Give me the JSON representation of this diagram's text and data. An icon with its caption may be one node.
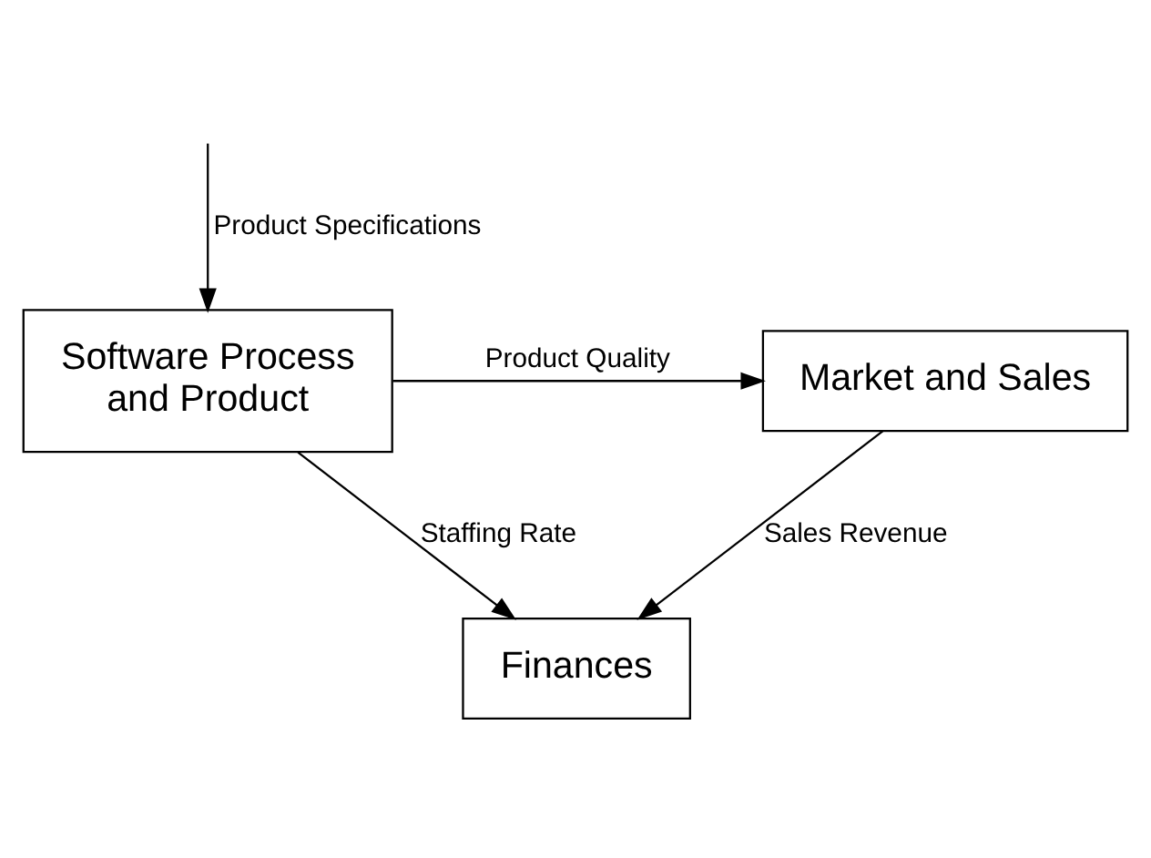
{
  "diagram": {
    "nodes": [
      {
        "text": [
          "Software Process and Product"
        ]
      },
      {
        "text": [
          "Market and Sales"
        ]
      },
      {
        "text": [
          "Finances"
        ]
      }
    ],
    "edges": [
      {
        "from": null,
        "to": 0,
        "arrow": "to",
        "label": "Product Specifications"
      },
      {
        "from": 0,
        "to": 1,
        "arrow": "to",
        "label": "Product Quality"
      },
      {
        "from": 1,
        "to": 2,
        "arrow": "to",
        "label": "Sales Revenue"
      },
      {
        "from": 0,
        "to": 2,
        "arrow": "to",
        "label": "Staffing Rate"
      }
    ]
  }
}
